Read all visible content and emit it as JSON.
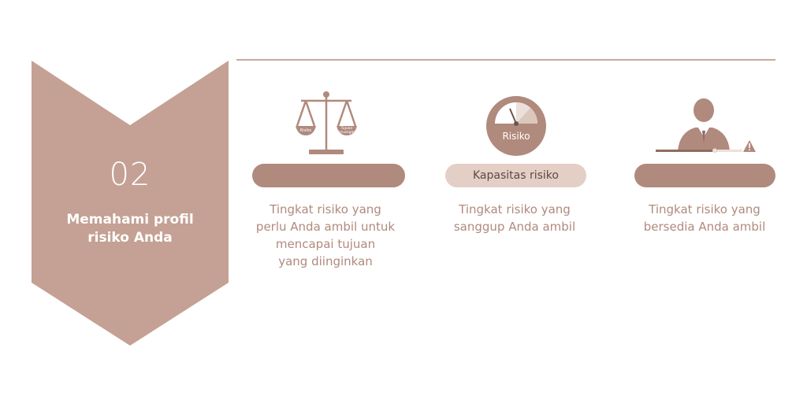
{
  "step": {
    "number": "02",
    "title_lines": [
      "Memahami profil",
      "risiko Anda"
    ]
  },
  "colors": {
    "chevron": "#c4a194",
    "pill_dark": "#b08a7d",
    "pill_light": "#e3cfc6",
    "text": "#b08a7d",
    "rule": "#caa79b"
  },
  "columns": [
    {
      "icon": "scale-icon",
      "icon_labels": [
        "Risiko",
        "Tujuan",
        "keuangan"
      ],
      "pill_label": "",
      "description_lines": [
        "Tingkat risiko yang",
        "perlu Anda ambil untuk",
        "mencapai tujuan",
        "yang diinginkan"
      ]
    },
    {
      "icon": "risk-gauge-icon",
      "icon_labels": [
        "Risiko"
      ],
      "pill_label": "Kapasitas risiko",
      "description_lines": [
        "Tingkat risiko yang",
        "sanggup Anda ambil"
      ]
    },
    {
      "icon": "businessman-warning-icon",
      "icon_labels": [],
      "pill_label": "",
      "description_lines": [
        "Tingkat risiko yang",
        "bersedia Anda ambil"
      ]
    }
  ]
}
